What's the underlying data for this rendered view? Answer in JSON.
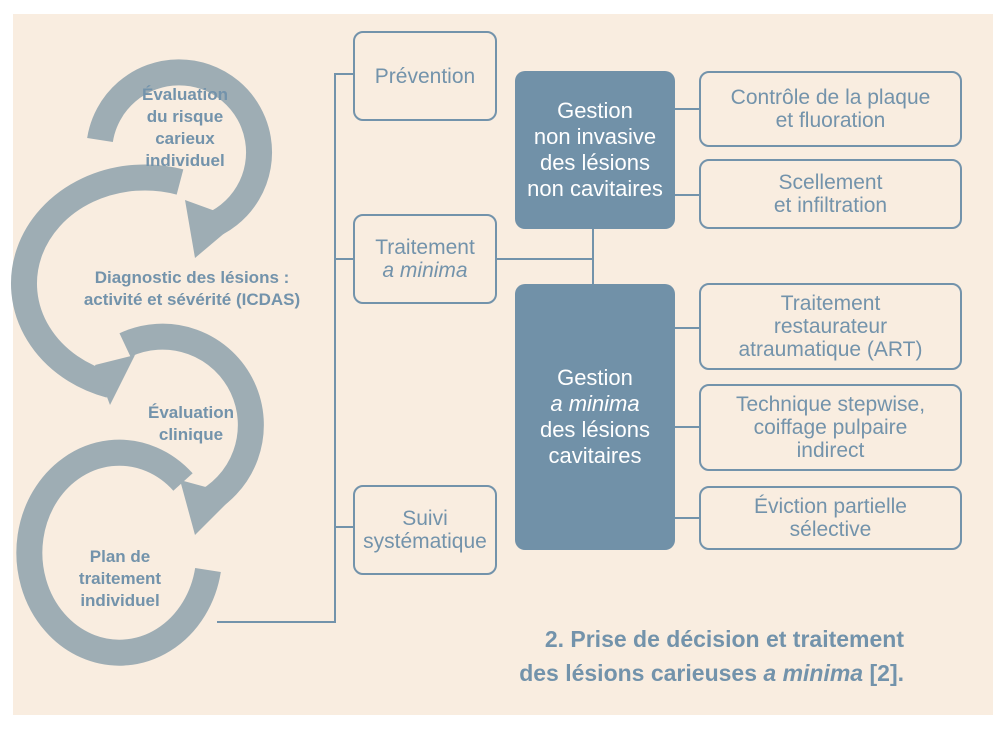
{
  "colors": {
    "background": "#F9EDE0",
    "accent": "#7393AB",
    "dark_box": "#7191A8",
    "cycle_arrows": "#9EADB4",
    "dark_box_text": "#FFFFFF"
  },
  "cycle": {
    "steps": [
      {
        "lines": [
          "Évaluation",
          "du risque",
          "carieux",
          "individuel"
        ]
      },
      {
        "lines": [
          "Diagnostic des lésions :",
          "activité et sévérité (ICDAS)"
        ]
      },
      {
        "lines": [
          "Évaluation",
          "clinique"
        ]
      },
      {
        "lines": [
          "Plan de",
          "traitement",
          "individuel"
        ]
      }
    ]
  },
  "branches": {
    "prevention": {
      "line1": "Prévention"
    },
    "treatment": {
      "line1": "Traitement",
      "line2_italic": "a minima"
    },
    "followup": {
      "line1": "Suivi",
      "line2": "systématique"
    }
  },
  "management": {
    "non_invasive": {
      "lines": [
        "Gestion",
        "non invasive",
        "des lésions",
        "non cavitaires"
      ]
    },
    "minimal": {
      "line1": "Gestion",
      "line2_italic": "a minima",
      "line3": "des lésions",
      "line4": "cavitaires"
    }
  },
  "options": {
    "non_invasive": [
      {
        "lines": [
          "Contrôle de la plaque",
          "et fluoration"
        ]
      },
      {
        "lines": [
          "Scellement",
          "et infiltration"
        ]
      }
    ],
    "minimal": [
      {
        "lines": [
          "Traitement",
          "restaurateur",
          "atraumatique (ART)"
        ]
      },
      {
        "lines": [
          "Technique stepwise,",
          "coiffage pulpaire",
          "indirect"
        ]
      },
      {
        "lines": [
          "Éviction partielle",
          "sélective"
        ]
      }
    ]
  },
  "caption": {
    "line1": "2. Prise de décision et traitement",
    "line2_start": "des lésions carieuses ",
    "line2_italic": "a minima",
    "line2_end": " [2]."
  }
}
